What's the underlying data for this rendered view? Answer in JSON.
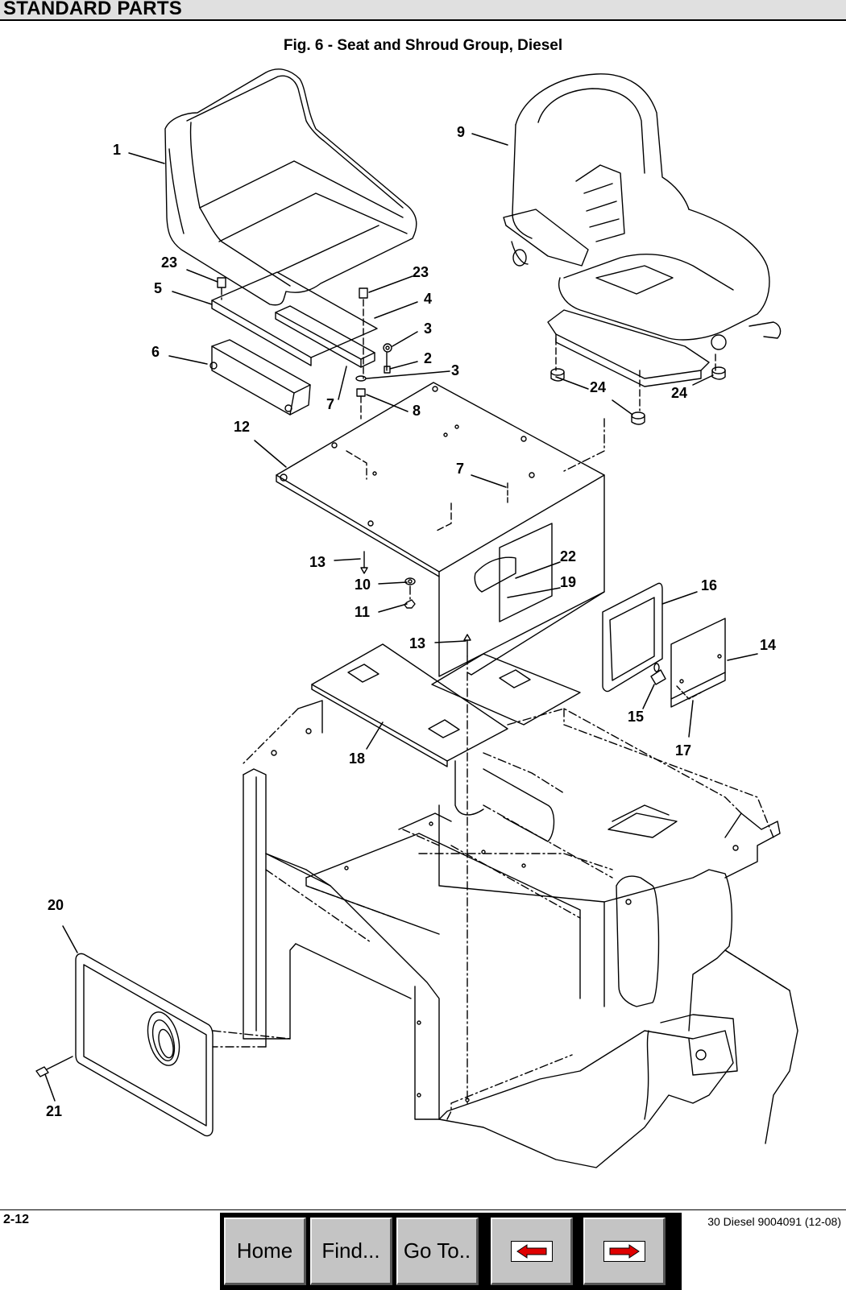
{
  "header": {
    "title": "STANDARD PARTS"
  },
  "figure": {
    "title": "Fig. 6 - Seat and Shroud Group, Diesel"
  },
  "callouts": {
    "c1": "1",
    "c9": "9",
    "c23a": "23",
    "c23b": "23",
    "c5": "5",
    "c4": "4",
    "c3a": "3",
    "c6": "6",
    "c2": "2",
    "c3b": "3",
    "c7a": "7",
    "c8": "8",
    "c24a": "24",
    "c24b": "24",
    "c12": "12",
    "c7b": "7",
    "c22": "22",
    "c13a": "13",
    "c10": "10",
    "c19": "19",
    "c16": "16",
    "c11": "11",
    "c13b": "13",
    "c14": "14",
    "c15": "15",
    "c17": "17",
    "c18": "18",
    "c20": "20",
    "c21": "21"
  },
  "footer": {
    "page_number": "2-12",
    "doc_ref": "30 Diesel 9004091  (12-08)"
  },
  "nav": {
    "home": "Home",
    "find": "Find...",
    "goto": "Go To..",
    "back_icon": "left-arrow-icon",
    "forward_icon": "right-arrow-icon",
    "arrow_color": "#e00000"
  }
}
